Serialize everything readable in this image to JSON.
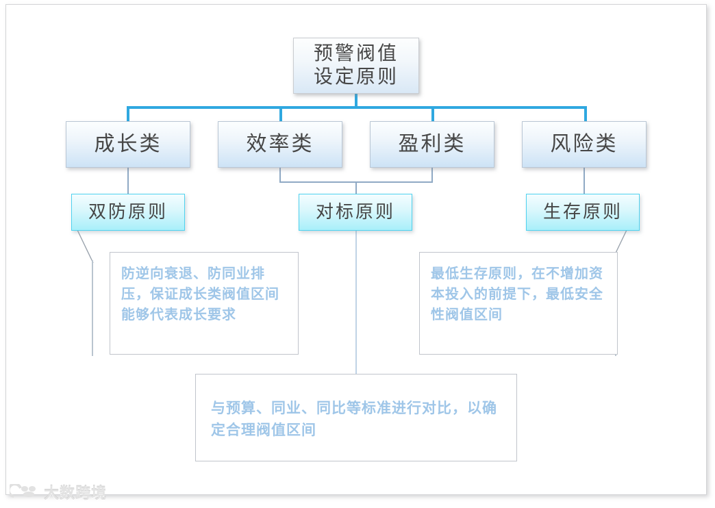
{
  "diagram": {
    "root": {
      "label": "预警阀值\n设定原则"
    },
    "categories": [
      {
        "label": "成长类"
      },
      {
        "label": "效率类"
      },
      {
        "label": "盈利类"
      },
      {
        "label": "风险类"
      }
    ],
    "principles": [
      {
        "label": "双防原则"
      },
      {
        "label": "对标原则"
      },
      {
        "label": "生存原则"
      }
    ],
    "callouts": [
      {
        "text": "防逆向衰退、防同业排压，保证成长类阀值区间能够代表成长要求"
      },
      {
        "text": "最低生存原则，在不增加资本投入的前提下，最低安全性阀值区间"
      },
      {
        "text": "与预算、同业、同比等标准进行对比，以确定合理阀值区间"
      }
    ],
    "colors": {
      "connector_blue": "#2fa8e0",
      "connector_soft": "#8fa9c4",
      "node_border_cyan": "#4fd2ef",
      "callout_text": "#9fc6e8",
      "node_text": "#464646"
    }
  },
  "watermark": {
    "brand": "大数跨境",
    "logo_icon": "paw-logo-icon"
  }
}
